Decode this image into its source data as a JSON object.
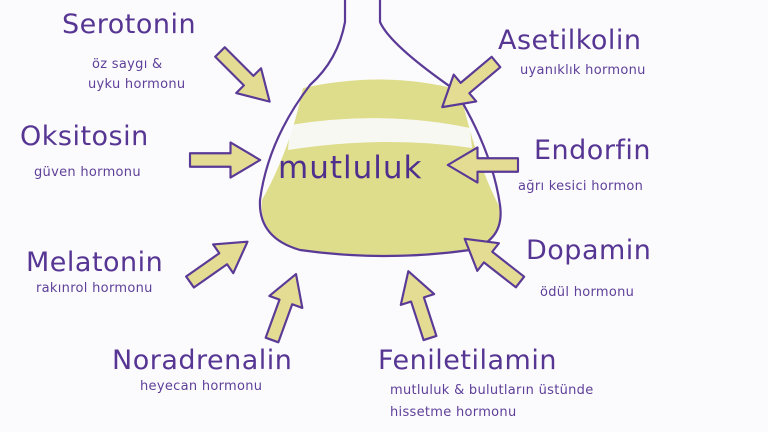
{
  "center": {
    "text": "mutluluk"
  },
  "hormones": [
    {
      "id": "serotonin",
      "name": "Serotonin",
      "desc": [
        "öz saygı &",
        "uyku hormonu"
      ]
    },
    {
      "id": "oksitosin",
      "name": "Oksitosin",
      "desc": [
        "güven hormonu"
      ]
    },
    {
      "id": "melatonin",
      "name": "Melatonin",
      "desc": [
        "rakınrol hormonu"
      ]
    },
    {
      "id": "noradrenalin",
      "name": "Noradrenalin",
      "desc": [
        "heyecan hormonu"
      ]
    },
    {
      "id": "asetilkolin",
      "name": "Asetilkolin",
      "desc": [
        "uyanıklık hormonu"
      ]
    },
    {
      "id": "endorfin",
      "name": "Endorfin",
      "desc": [
        "ağrı kesici hormon"
      ]
    },
    {
      "id": "dopamin",
      "name": "Dopamin",
      "desc": [
        "ödül hormonu"
      ]
    },
    {
      "id": "feniletilamin",
      "name": "Feniletilamin",
      "desc": [
        "mutluluk & bulutların üstünde",
        "hissetme hormonu"
      ]
    }
  ],
  "colors": {
    "ink": "#5a3a96",
    "liquid": "#dedd8c",
    "arrow_fill": "#e3dc92",
    "background": "#fbfbfd"
  }
}
